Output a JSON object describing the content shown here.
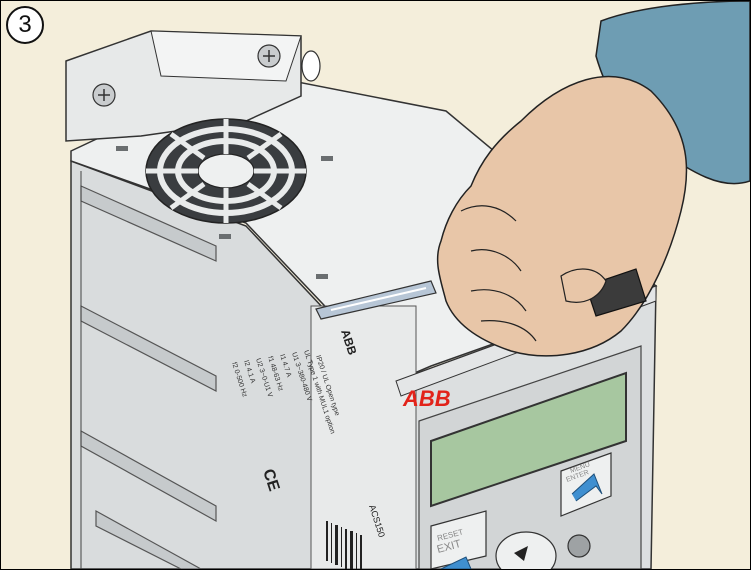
{
  "step": {
    "number": "3"
  },
  "device": {
    "brand": "ABB",
    "label_brand": "ABB",
    "label_model": "ACS150",
    "label_lines": [
      "IP20 / UL Open type",
      "UL Type 1 with MUL1 option",
      "U1 3~380-480 V",
      "I1 4.7 A",
      "f1 48-63 Hz",
      "U2 3~0-U1 V",
      "I2 4.1 A",
      "f2 0-500 Hz"
    ],
    "cert_marks": "CE",
    "keypad": {
      "reset_exit": [
        "RESET",
        "EXIT"
      ],
      "menu_enter": [
        "MENU",
        "ENTER"
      ]
    }
  },
  "colors": {
    "background": "#f4eedb",
    "device_body": "#d9dcdd",
    "device_light": "#eef0f0",
    "device_dark": "#aeb3b5",
    "display": "#a7c7a0",
    "brand_red": "#e2231a",
    "skin": "#e8c6a8",
    "sleeve": "#6e9db3",
    "key_blue": "#3f8fd0"
  }
}
